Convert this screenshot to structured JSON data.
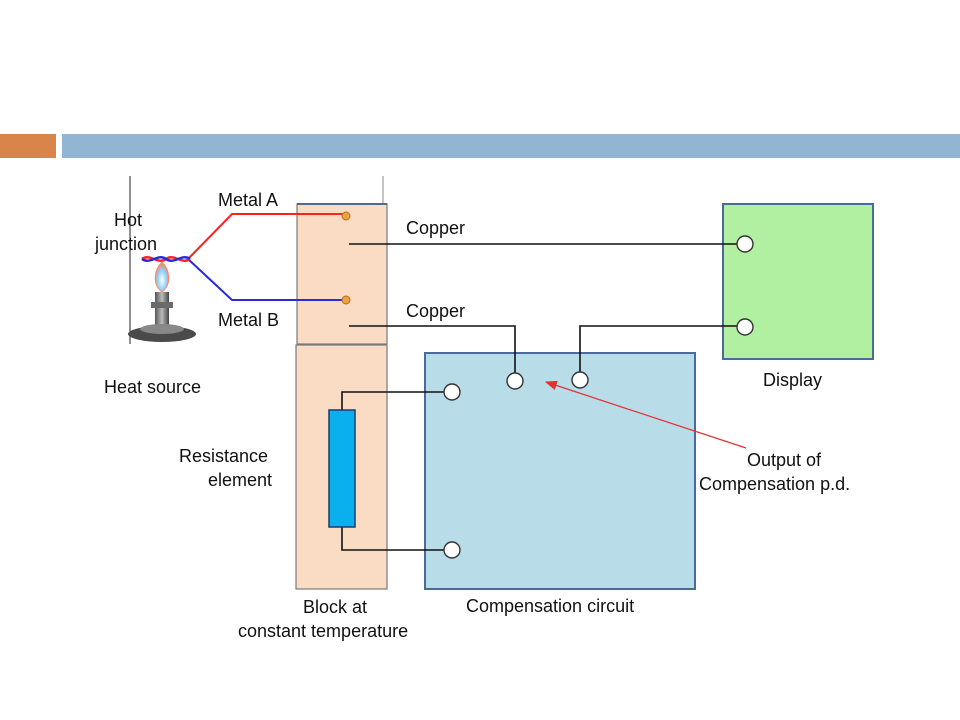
{
  "slide": {
    "accent_colors": {
      "orange": "#d9854a",
      "blue": "#93b5d4"
    }
  },
  "diagram": {
    "labels": {
      "hot_junction_line1": "Hot",
      "hot_junction_line2": "junction",
      "metal_a": "Metal A",
      "metal_b": "Metal B",
      "copper_top": "Copper",
      "copper_bottom": "Copper",
      "heat_source": "Heat source",
      "resistance_line1": "Resistance",
      "resistance_line2": "element",
      "block_line1": "Block at",
      "block_line2": "constant temperature",
      "compensation_circuit": "Compensation circuit",
      "display": "Display",
      "output_line1": "Output of",
      "output_line2": "Compensation p.d."
    },
    "colors": {
      "block_fill": "#f9dcc3",
      "compensation_fill": "#b8dce8",
      "display_fill": "#b0f0a0",
      "resistor_fill": "#0ab0ee",
      "metal_a_wire": "#ff2020",
      "metal_b_wire": "#2a2ad8",
      "annotation_arrow": "#e03030"
    }
  }
}
